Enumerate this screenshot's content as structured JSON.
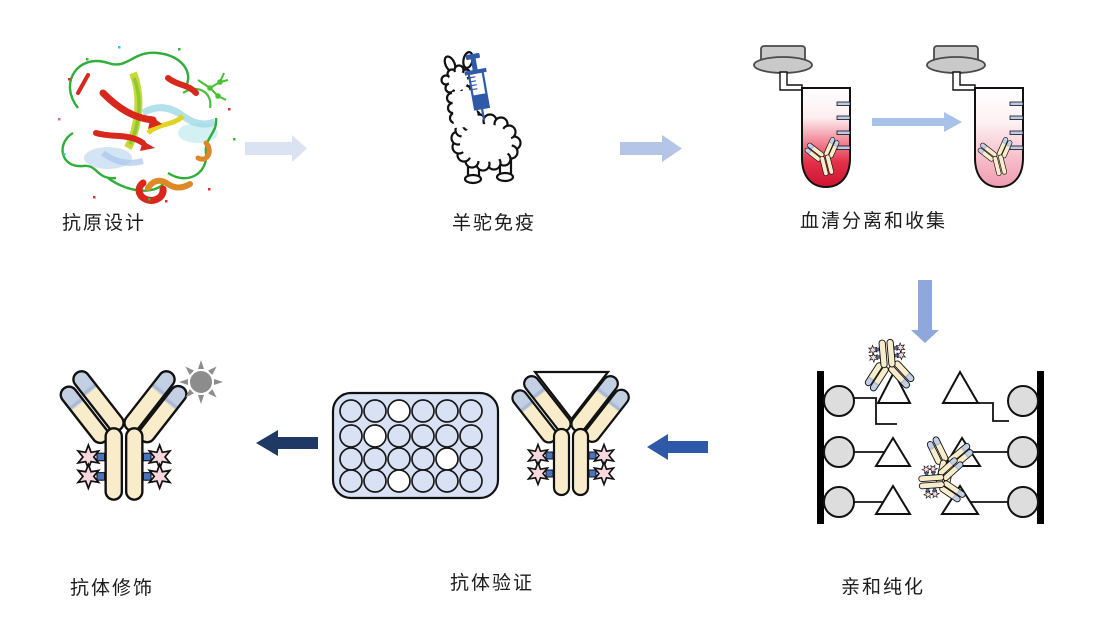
{
  "steps": [
    {
      "id": "antigen-design",
      "label": "抗原设计",
      "icon": "protein-structure-icon"
    },
    {
      "id": "camelid-immunization",
      "label": "羊驼免疫",
      "icon": "llama-syringe-icon"
    },
    {
      "id": "serum-separation-collection",
      "label": "血清分离和收集",
      "icon": "serum-tubes-icon"
    },
    {
      "id": "affinity-purification",
      "label": "亲和纯化",
      "icon": "affinity-column-icon"
    },
    {
      "id": "antibody-validation",
      "label": "抗体验证",
      "icon": "microplate-antibody-icon"
    },
    {
      "id": "antibody-modification",
      "label": "抗体修饰",
      "icon": "labeled-antibody-icon"
    }
  ],
  "arrows": [
    {
      "from": "antigen-design",
      "to": "camelid-immunization",
      "direction": "right",
      "color": "#dbe2f2"
    },
    {
      "from": "camelid-immunization",
      "to": "serum-separation-collection",
      "direction": "right",
      "color": "#b4c5e7"
    },
    {
      "from": "serum-tube-1",
      "to": "serum-tube-2",
      "direction": "right",
      "color": "#a9c2e9"
    },
    {
      "from": "serum-separation-collection",
      "to": "affinity-purification",
      "direction": "down",
      "color": "#8fa8dc"
    },
    {
      "from": "affinity-purification",
      "to": "antibody-validation",
      "direction": "left",
      "color": "#2e59a8"
    },
    {
      "from": "antibody-validation",
      "to": "antibody-modification",
      "direction": "left",
      "color": "#1f3864"
    }
  ],
  "microplate": {
    "rows": 4,
    "cols": 6,
    "white_wells": [
      "R1C3",
      "R2C2",
      "R3C5",
      "R4C3"
    ]
  },
  "colors": {
    "antibody_body": "#f8ecca",
    "antibody_tip": "#c3cfe3",
    "star_pink": "#f7d8de",
    "star_connector_blue": "#4a74c0",
    "serum_dark_red": "#cf1330",
    "serum_light_pink": "#f09cb2",
    "tube_cap_gray": "#c9c9c9",
    "bead_gray": "#dddddd",
    "plate_blue": "#d9e2f5",
    "syringe_blue": "#2e5aa8",
    "sun_gray": "#8c8c8c"
  }
}
